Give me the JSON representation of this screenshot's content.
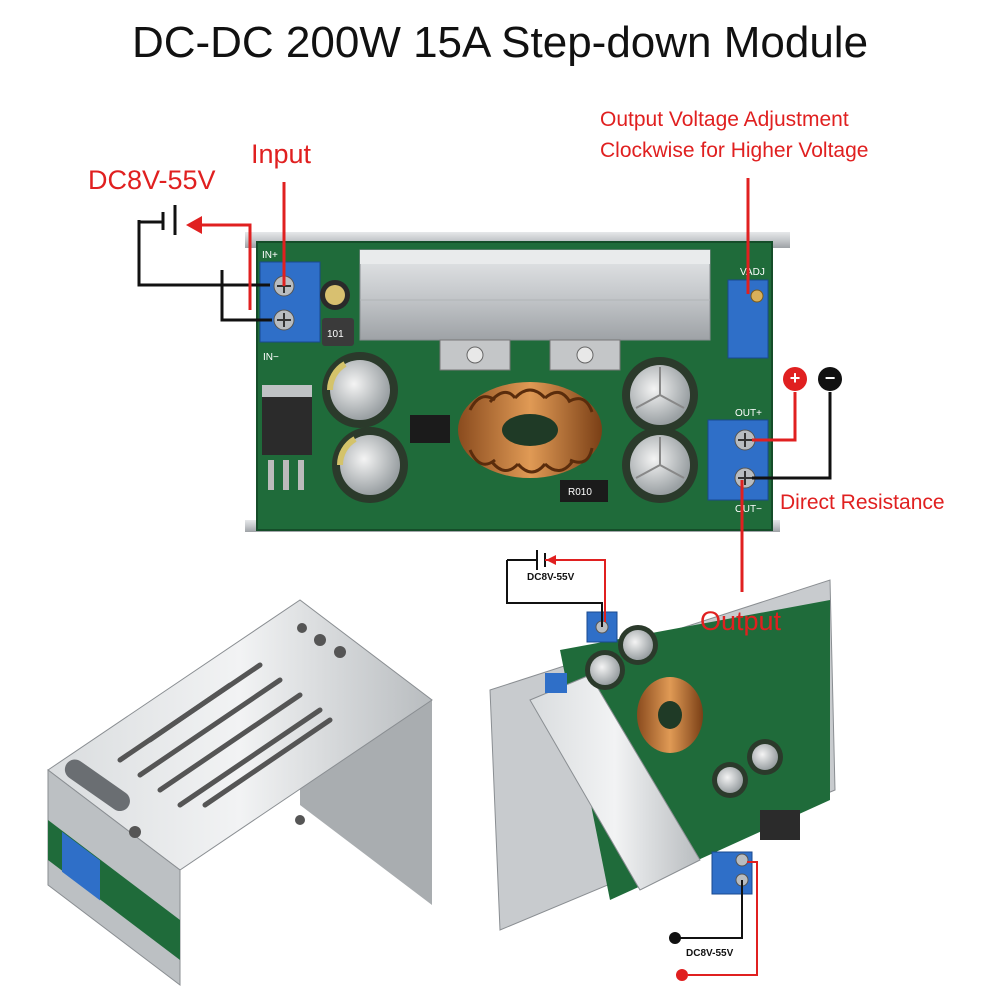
{
  "title": "DC-DC 200W 15A Step-down Module",
  "labels": {
    "input": "Input",
    "input_range": "DC8V-55V",
    "adjust_line1": "Output Voltage Adjustment",
    "adjust_line2": "Clockwise for Higher Voltage",
    "direct_resistance": "Direct Resistance",
    "output": "Output",
    "small_range_top": "DC8V-55V",
    "small_range_bottom": "DC8V-55V",
    "plus": "+",
    "minus": "−"
  },
  "pcb_marks": {
    "in_plus": "IN+",
    "in_minus": "IN−",
    "out_plus": "OUT+",
    "out_minus": "OUT−",
    "vadj": "VADJ",
    "inductor_code": "101",
    "resistor_code": "R010"
  },
  "colors": {
    "annotation_red": "#e02020",
    "pcb_green": "#1f6b3a",
    "terminal_blue": "#2f6fc8",
    "heatsink_silver": "#c9ccce",
    "coil_copper": "#c07030"
  }
}
